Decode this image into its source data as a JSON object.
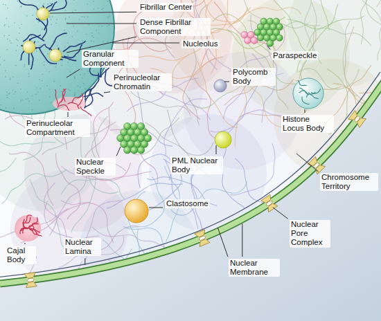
{
  "diagram": {
    "labels": [
      "Fibrillar Center",
      "Dense Fibrillar Component",
      "Nucleolus",
      "Granular Component",
      "Paraspeckle",
      "Polycomb Body",
      "Perinucleolar Chromatin",
      "Histone Locus Body",
      "Perinucleolar Compartment",
      "Nuclear Speckle",
      "PML Nuclear Body",
      "Chromosome Territory",
      "Clastosome",
      "Nuclear Pore Complex",
      "Cajal Body",
      "Nuclear Lamina",
      "Nuclear Membrane"
    ]
  }
}
